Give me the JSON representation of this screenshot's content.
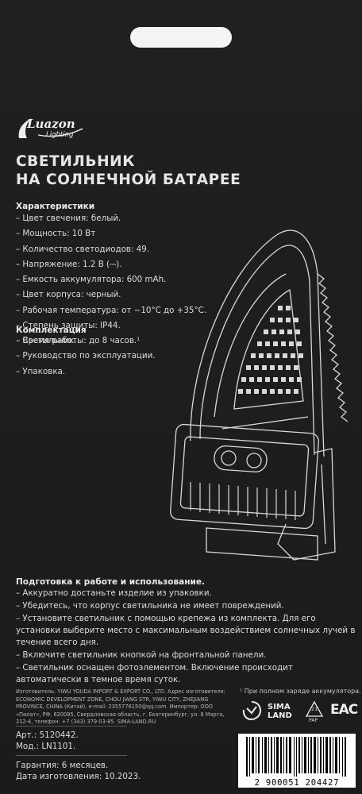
{
  "brand": {
    "logo": "Luazon",
    "logo_sub": "Lighting"
  },
  "title": {
    "line1": "СВЕТИЛЬНИК",
    "line2": "НА СОЛНЕЧНОЙ БАТАРЕЕ"
  },
  "characteristics": {
    "heading": "Характеристики",
    "items": [
      "– Цвет свечения: белый.",
      "– Мощность: 10 Вт",
      "– Количество светодиодов: 49.",
      "– Напряжение: 1.2 В (⎓).",
      "– Емкость аккумулятора: 600 mAh.",
      "– Цвет корпуса: черный.",
      "– Рабочая температура: от −10°С до +35°С.",
      "– Степень защиты: IP44.",
      "– Время работы: до 8 часов.¹"
    ]
  },
  "kit": {
    "heading": "Комплектация",
    "items": [
      "– Светильник.",
      "– Руководство по эксплуатации.",
      "– Упаковка."
    ]
  },
  "preparation": {
    "heading": "Подготовка к работе и использование.",
    "items": [
      "– Аккуратно достаньте изделие из упаковки.",
      "– Убедитесь, что корпус светильника не имеет повреждений.",
      "– Установите светильник с помощью крепежа из комплекта. Для его установки выберите место с максимальным воздействием солнечных лучей в течение всего дня.",
      "– Включите светильник кнопкой на фронтальной панели.",
      "– Светильник оснащен фотоэлементом. Включение происходит автоматически в темное время суток."
    ]
  },
  "manufacturer": "Изготовитель: YIWU YOUDA IMPORT & EXPORT CO., LTD. Адрес изготовителя: ECONOMIC DEVELOPMENT ZONE, CHOU JIANG STR, YIWU CITY, ZHEJIANG PROVINCE, CHINA (Китай), e-mail: 2355776150@qq.com. Импортер: ООО «Пилат», РФ, 620085, Свердловская область, г. Екатеринбург, ул. 8 Марта, 212-4, телефон: +7 (343) 379-03-85. SIMA-LAND.RU",
  "footnote": "¹ При полном заряде аккумулятора.",
  "article": "Арт.: 5120442.",
  "model": "Мод.: LN1101.",
  "warranty": "Гарантия: 6 месяцев.",
  "manufacture_date": "Дата изготовления: 10.2023.",
  "certs": {
    "sima_line1": "SIMA",
    "sima_line2": "LAND",
    "recycle_num": "21",
    "recycle_code": "PAP",
    "eac": "EAC"
  },
  "barcode": "2 900051 204427",
  "colors": {
    "background": "#1e1e1e",
    "text": "#dcdcdc",
    "hole": "#f4f4f4"
  }
}
